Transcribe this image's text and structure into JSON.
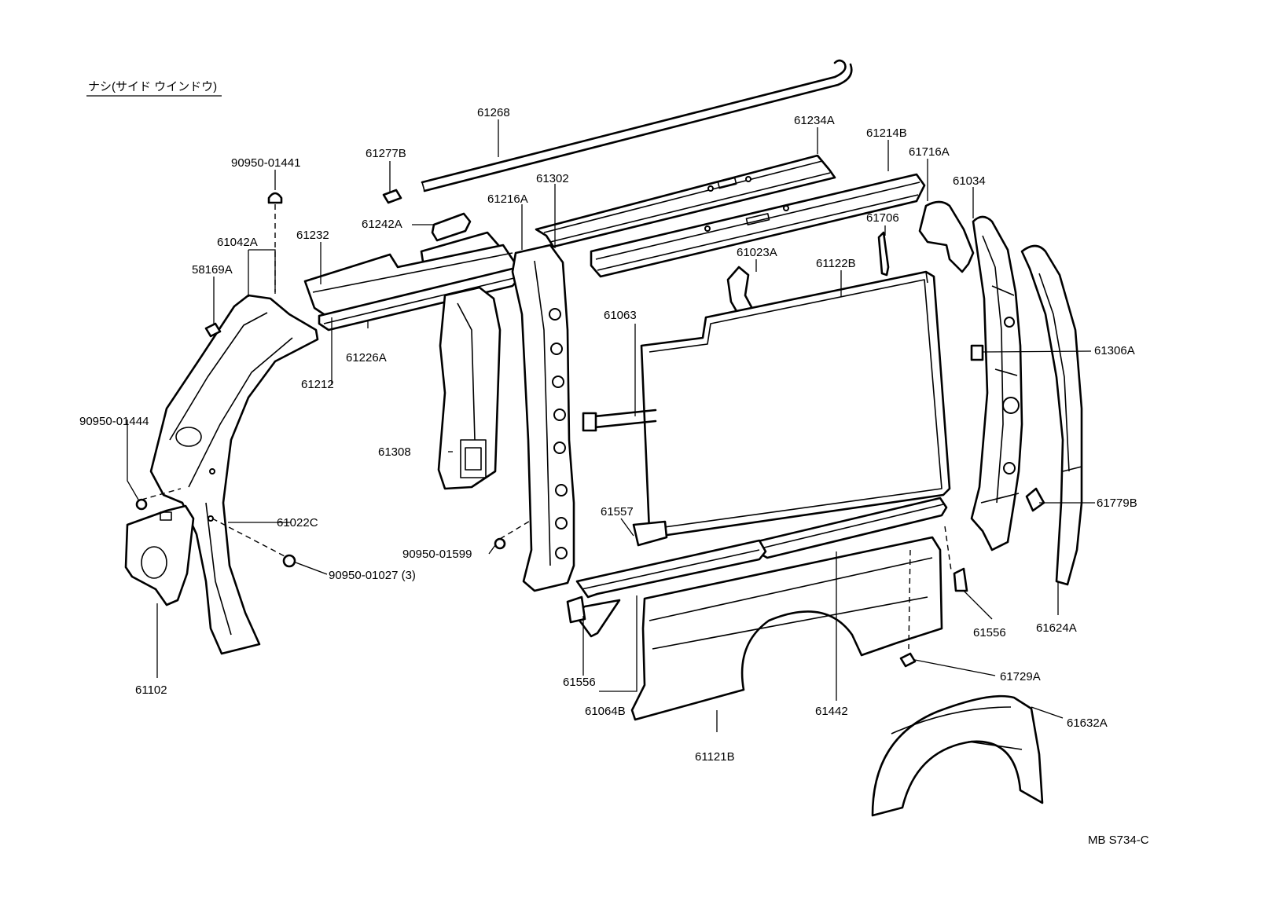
{
  "header": {
    "note": "ナシ(サイド ウインドウ)"
  },
  "footer": {
    "code": "MB S734-C"
  },
  "callouts": {
    "p61268": "61268",
    "p61234A": "61234A",
    "p61214B": "61214B",
    "p61716A": "61716A",
    "p61034": "61034",
    "p61277B": "61277B",
    "p61302": "61302",
    "p90950_01441": "90950-01441",
    "p61242A": "61242A",
    "p61216A": "61216A",
    "p61042A": "61042A",
    "p61232": "61232",
    "p61706": "61706",
    "p58169A": "58169A",
    "p61023A": "61023A",
    "p61122B": "61122B",
    "p61063": "61063",
    "p61226A": "61226A",
    "p61306A": "61306A",
    "p61212": "61212",
    "p90950_01444": "90950-01444",
    "p61308": "61308",
    "p61557": "61557",
    "p61779B": "61779B",
    "p61022C": "61022C",
    "p90950_01599": "90950-01599",
    "p90950_01027": "90950-01027 (3)",
    "p61556_right": "61556",
    "p61624A": "61624A",
    "p61729A": "61729A",
    "p61556_left": "61556",
    "p61102": "61102",
    "p61064B": "61064B",
    "p61442": "61442",
    "p61632A": "61632A",
    "p61121B": "61121B"
  }
}
